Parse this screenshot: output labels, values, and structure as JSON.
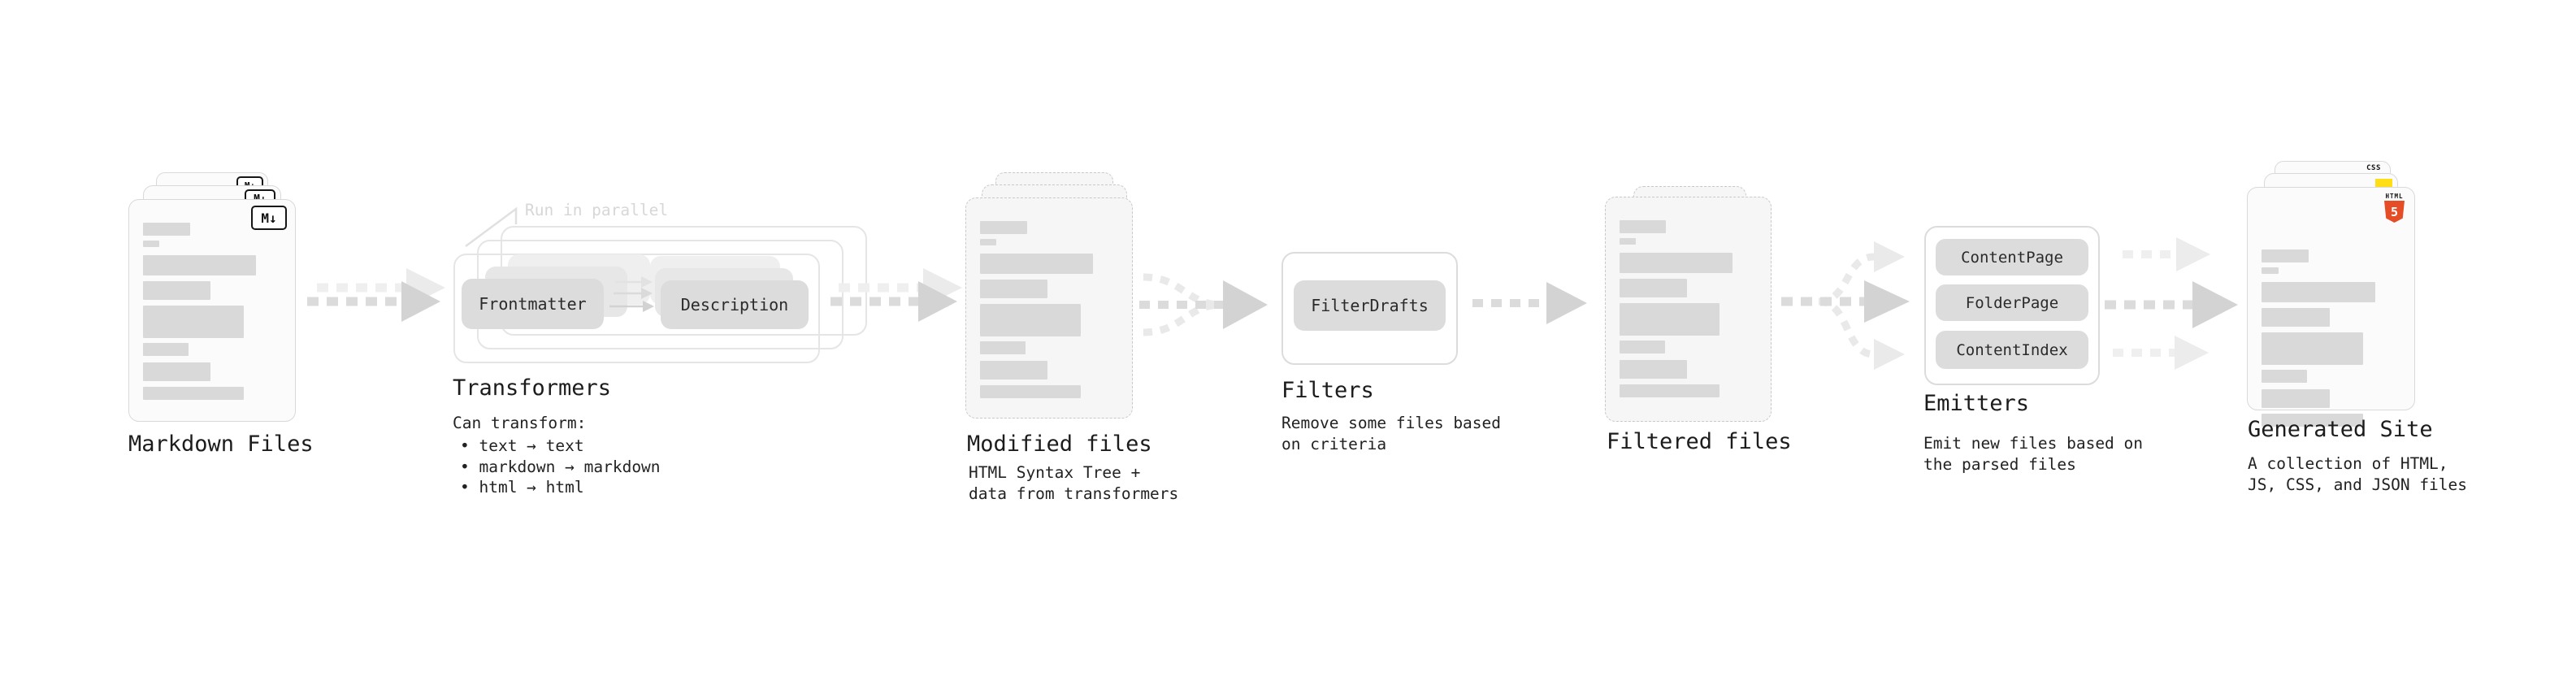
{
  "stages": [
    {
      "id": "markdown-files",
      "label": "Markdown Files"
    },
    {
      "id": "transformers",
      "label": "Transformers",
      "note": "Run in parallel",
      "boxes": [
        "Frontmatter",
        "Description"
      ],
      "description": "Can transform:",
      "bullets": [
        "• text → text",
        "• markdown → markdown",
        "• html → html"
      ]
    },
    {
      "id": "modified-files",
      "label": "Modified files",
      "description": "HTML Syntax Tree +\ndata from transformers"
    },
    {
      "id": "filters",
      "label": "Filters",
      "boxes": [
        "FilterDrafts"
      ],
      "description": "Remove some files based\non criteria"
    },
    {
      "id": "filtered-files",
      "label": "Filtered files"
    },
    {
      "id": "emitters",
      "label": "Emitters",
      "boxes": [
        "ContentPage",
        "FolderPage",
        "ContentIndex"
      ],
      "description": "Emit new files based on\nthe parsed files"
    },
    {
      "id": "generated-site",
      "label": "Generated Site",
      "description": "A collection of HTML,\nJS, CSS, and JSON files"
    }
  ],
  "icons": {
    "markdown_badge": "M↓",
    "html5_wordmark": "HTML",
    "html5_numeral": "5",
    "css_wordmark": "CSS"
  },
  "colors": {
    "html5_orange": "#e44d26",
    "js_yellow": "#ffde16",
    "css_blue": "#2d63ea",
    "bar_gray": "#d9d9d9",
    "arrow_gray": "#d9d9d9",
    "note_gray": "#d7d7d7",
    "text_dark": "#1c1c1c"
  }
}
